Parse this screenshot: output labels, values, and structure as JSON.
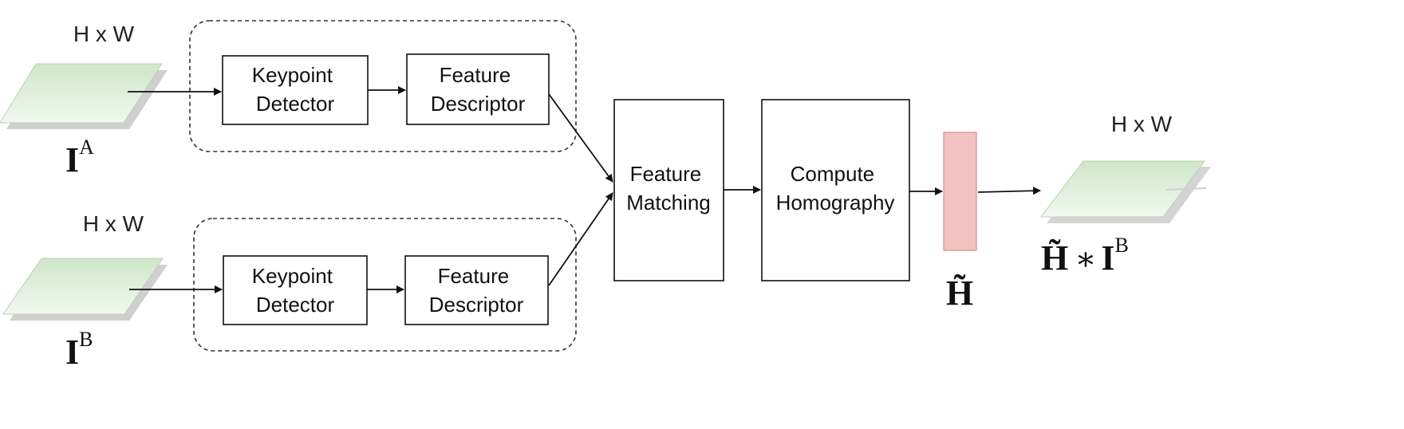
{
  "image_a": {
    "size": "H x W",
    "base": "I",
    "sup": "A"
  },
  "image_b": {
    "size": "H x W",
    "base": "I",
    "sup": "B"
  },
  "branch_a": {
    "detector": [
      "Keypoint",
      "Detector"
    ],
    "descriptor": [
      "Feature",
      "Descriptor"
    ]
  },
  "branch_b": {
    "detector": [
      "Keypoint",
      "Detector"
    ],
    "descriptor": [
      "Feature",
      "Descriptor"
    ]
  },
  "matching": [
    "Feature",
    "Matching"
  ],
  "homography": [
    "Compute",
    "Homography"
  ],
  "h_estimate": {
    "symbol": "H̃"
  },
  "output": {
    "size": "H x W",
    "h": "H̃",
    "op": "∗",
    "base": "I",
    "sup": "B"
  },
  "colors": {
    "image_fill": "#d5ead0",
    "image_edge": "#b9d3b2",
    "image_shadow": "#c8c8c8",
    "h_block_fill": "#f3c2c2",
    "h_block_stroke": "#d89a9a",
    "line": "#111111"
  }
}
